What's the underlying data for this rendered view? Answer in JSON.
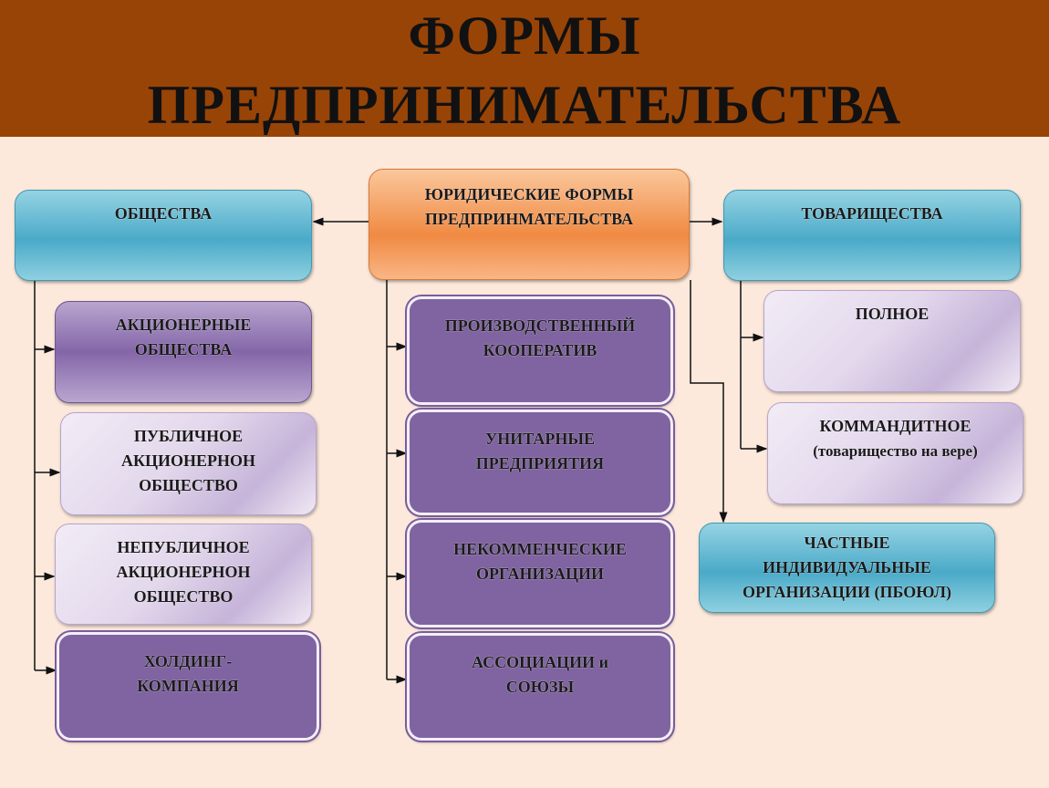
{
  "title": {
    "line1": "ФОРМЫ",
    "line2": "ПРЕДПРИНИМАТЕЛЬСТВА"
  },
  "center": {
    "line1": "ЮРИДИЧЕСКИЕ ФОРМЫ",
    "line2": "ПРЕДПРИНМАТЕЛЬСТВА"
  },
  "left": {
    "head": "ОБЩЕСТВА",
    "items": [
      {
        "l1": "АКЦИОНЕРНЫЕ",
        "l2": "ОБЩЕСТВА",
        "l3": ""
      },
      {
        "l1": "ПУБЛИЧНОЕ",
        "l2": "АКЦИОНЕРНОН",
        "l3": "ОБЩЕСТВО"
      },
      {
        "l1": "НЕПУБЛИЧНОЕ",
        "l2": "АКЦИОНЕРНОН",
        "l3": "ОБЩЕСТВО"
      },
      {
        "l1": "ХОЛДИНГ-",
        "l2": "КОМПАНИЯ",
        "l3": ""
      }
    ]
  },
  "middle": {
    "items": [
      {
        "l1": "ПРОИЗВОДСТВЕННЫЙ",
        "l2": "КООПЕРАТИВ"
      },
      {
        "l1": "УНИТАРНЫЕ",
        "l2": "ПРЕДПРИЯТИЯ"
      },
      {
        "l1": "НЕКОММЕНЧЕСКИЕ",
        "l2": "ОРГАНИЗАЦИИ"
      },
      {
        "l1": "АССОЦИАЦИИ и",
        "l2": "СОЮЗЫ"
      }
    ]
  },
  "right": {
    "head": "ТОВАРИЩЕСТВА",
    "items": [
      {
        "l1": "ПОЛНОЕ",
        "l2": ""
      },
      {
        "l1": "КОММАНДИТНОЕ",
        "l2": "(товарищество на вере)"
      }
    ],
    "private": {
      "l1": "ЧАСТНЫЕ",
      "l2": "ИНДИВИДУАЛЬНЫЕ",
      "l3": "ОРГАНИЗАЦИИ  (ПБОЮЛ)"
    }
  }
}
